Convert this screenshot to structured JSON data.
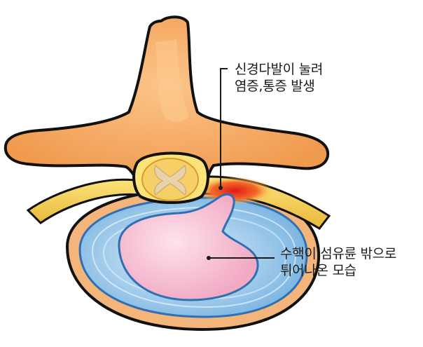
{
  "annotations": {
    "nerve_root": {
      "line1": "신경다발이 눌려",
      "line2": "염증,통증 발생"
    },
    "herniated_nucleus": {
      "line1": "수핵이 섬유륜 밖으로",
      "line2": "튀어나온 모습"
    }
  },
  "colors": {
    "bone": "#f4a25a",
    "bone_light": "#fbc98c",
    "nerve": "#f6d25a",
    "inflammation": "#e5261f",
    "annulus": "#8fc3e8",
    "annulus_dark": "#3a7cc0",
    "nucleus": "#f6c0d4",
    "spinal_cord": "#e8c999",
    "leader_line": "#1a1a1a"
  }
}
